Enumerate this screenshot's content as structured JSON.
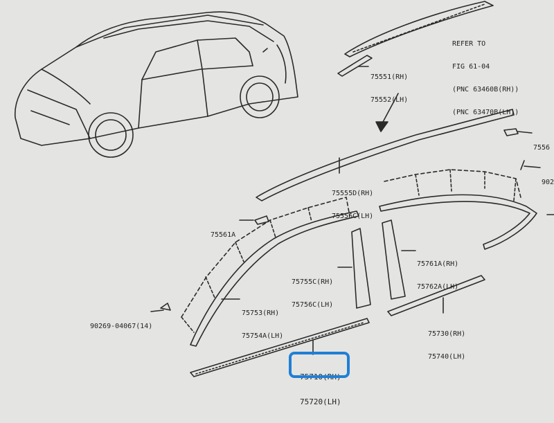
{
  "refer": {
    "line1": "REFER TO",
    "line2": "FIG 61-04",
    "line3": "(PNC 63460B(RH))",
    "line4": "(PNC 63470B(LH))"
  },
  "labels": {
    "p75551": [
      "75551(RH)",
      "75552(LH)"
    ],
    "p75561": "7556",
    "p90269r": "902",
    "p75555": [
      "75555D(RH)",
      "75556C(LH)"
    ],
    "p75561a": "75561A",
    "p7576": [
      "75761A(RH)",
      "75762A(LH)"
    ],
    "p7575": [
      "75755C(RH)",
      "75756C(LH)"
    ],
    "p7573": [
      "75753(RH)",
      "75754A(LH)"
    ],
    "p90269": "90269-04067(14)",
    "p75730": [
      "75730(RH)",
      "75740(LH)"
    ],
    "p75710": [
      "75710(RH)",
      "75720(LH)"
    ]
  },
  "colors": {
    "highlight": "#1f7fd6",
    "ink": "#2a2a2a",
    "paper": "#e4e4e2"
  }
}
